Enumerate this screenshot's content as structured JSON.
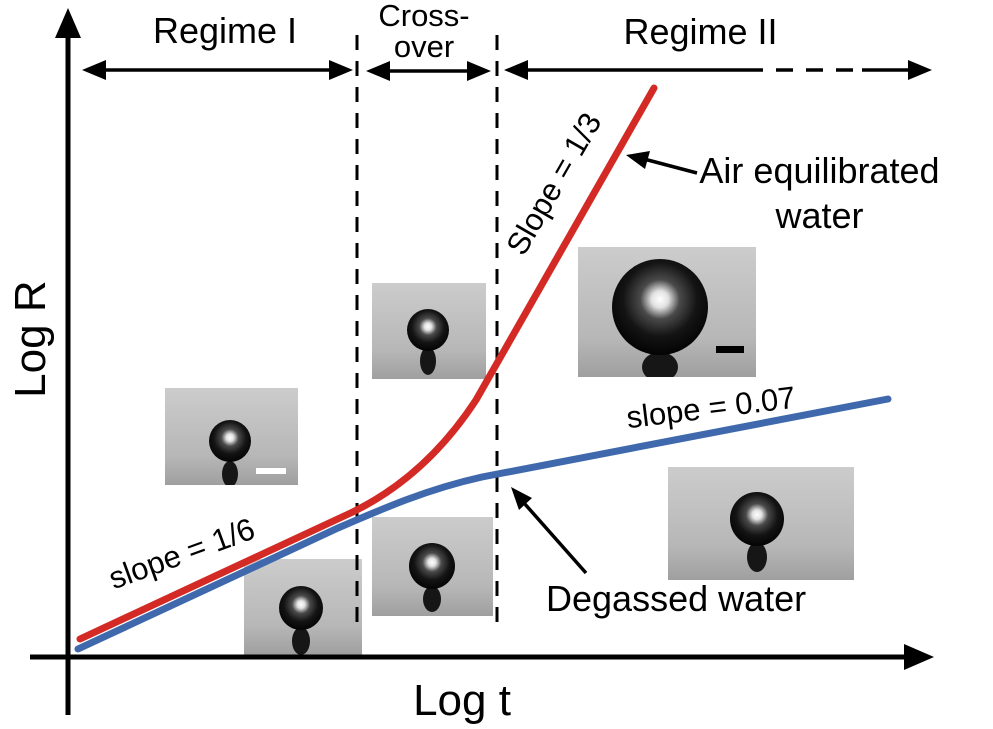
{
  "figure": {
    "labels": {
      "y_axis": "Log R",
      "x_axis": "Log t",
      "regime1": "Regime I",
      "crossover_line1": "Cross-",
      "crossover_line2": "over",
      "regime2": "Regime II",
      "slope_regime1": "slope = 1/6",
      "slope_red_regime2": "Slope = 1/3",
      "slope_blue_regime2": "slope = 0.07",
      "air_line1": "Air equilibrated",
      "air_line2": "water",
      "degassed": "Degassed water"
    },
    "colors": {
      "red_curve": "#d42a26",
      "blue_curve": "#3f69ac",
      "axis": "#000000",
      "photo_bg": "#bdbdbd",
      "scale_bar_inset1": "#ffffff",
      "scale_bar_inset5": "#000000"
    },
    "insets": [
      {
        "name": "bubble-photo-regime1-small",
        "scale_bar": "white"
      },
      {
        "name": "bubble-photo-bottom-left",
        "scale_bar": "none"
      },
      {
        "name": "bubble-photo-crossover-top",
        "scale_bar": "none"
      },
      {
        "name": "bubble-photo-crossover-bottom",
        "scale_bar": "none"
      },
      {
        "name": "bubble-photo-regime2-large",
        "scale_bar": "black"
      },
      {
        "name": "bubble-photo-regime2-degassed",
        "scale_bar": "none"
      }
    ]
  },
  "chart_data": {
    "type": "line",
    "title": "",
    "xlabel": "Log t",
    "ylabel": "Log R",
    "axes_style": "schematic log-log sketch, no tick marks or tick labels",
    "grid": false,
    "regions": [
      {
        "label": "Regime I",
        "x_fraction_range": [
          0.0,
          0.34
        ]
      },
      {
        "label": "Cross-over",
        "x_fraction_range": [
          0.34,
          0.5
        ]
      },
      {
        "label": "Regime II",
        "x_fraction_range": [
          0.5,
          1.0
        ]
      }
    ],
    "region_boundaries_dashed_vertical_lines_x_fraction": [
      0.34,
      0.5
    ],
    "series": [
      {
        "name": "Air equilibrated water",
        "color": "#d42a26",
        "slope_regime_I": "1/6",
        "slope_regime_II": "1/3",
        "points_fraction_of_axes": [
          [
            0.01,
            0.03
          ],
          [
            0.31,
            0.22
          ],
          [
            0.38,
            0.27
          ],
          [
            0.44,
            0.39
          ],
          [
            0.48,
            0.46
          ],
          [
            0.56,
            0.69
          ],
          [
            0.67,
            1.0
          ]
        ]
      },
      {
        "name": "Degassed water",
        "color": "#3f69ac",
        "slope_regime_I": "1/6",
        "slope_regime_II": "0.07",
        "points_fraction_of_axes": [
          [
            0.01,
            0.01
          ],
          [
            0.3,
            0.2
          ],
          [
            0.4,
            0.26
          ],
          [
            0.48,
            0.29
          ],
          [
            0.7,
            0.36
          ],
          [
            0.95,
            0.42
          ]
        ]
      }
    ],
    "annotations": [
      {
        "text": "slope = 1/6",
        "attached_to": "both curves, Regime I"
      },
      {
        "text": "Slope = 1/3",
        "attached_to": "red curve, Regime II"
      },
      {
        "text": "slope = 0.07",
        "attached_to": "blue curve, Regime II"
      },
      {
        "text": "Air equilibrated water",
        "arrow_to": "red curve"
      },
      {
        "text": "Degassed water",
        "arrow_to": "blue curve"
      }
    ],
    "legend_position": "inline arrows, no legend box"
  }
}
